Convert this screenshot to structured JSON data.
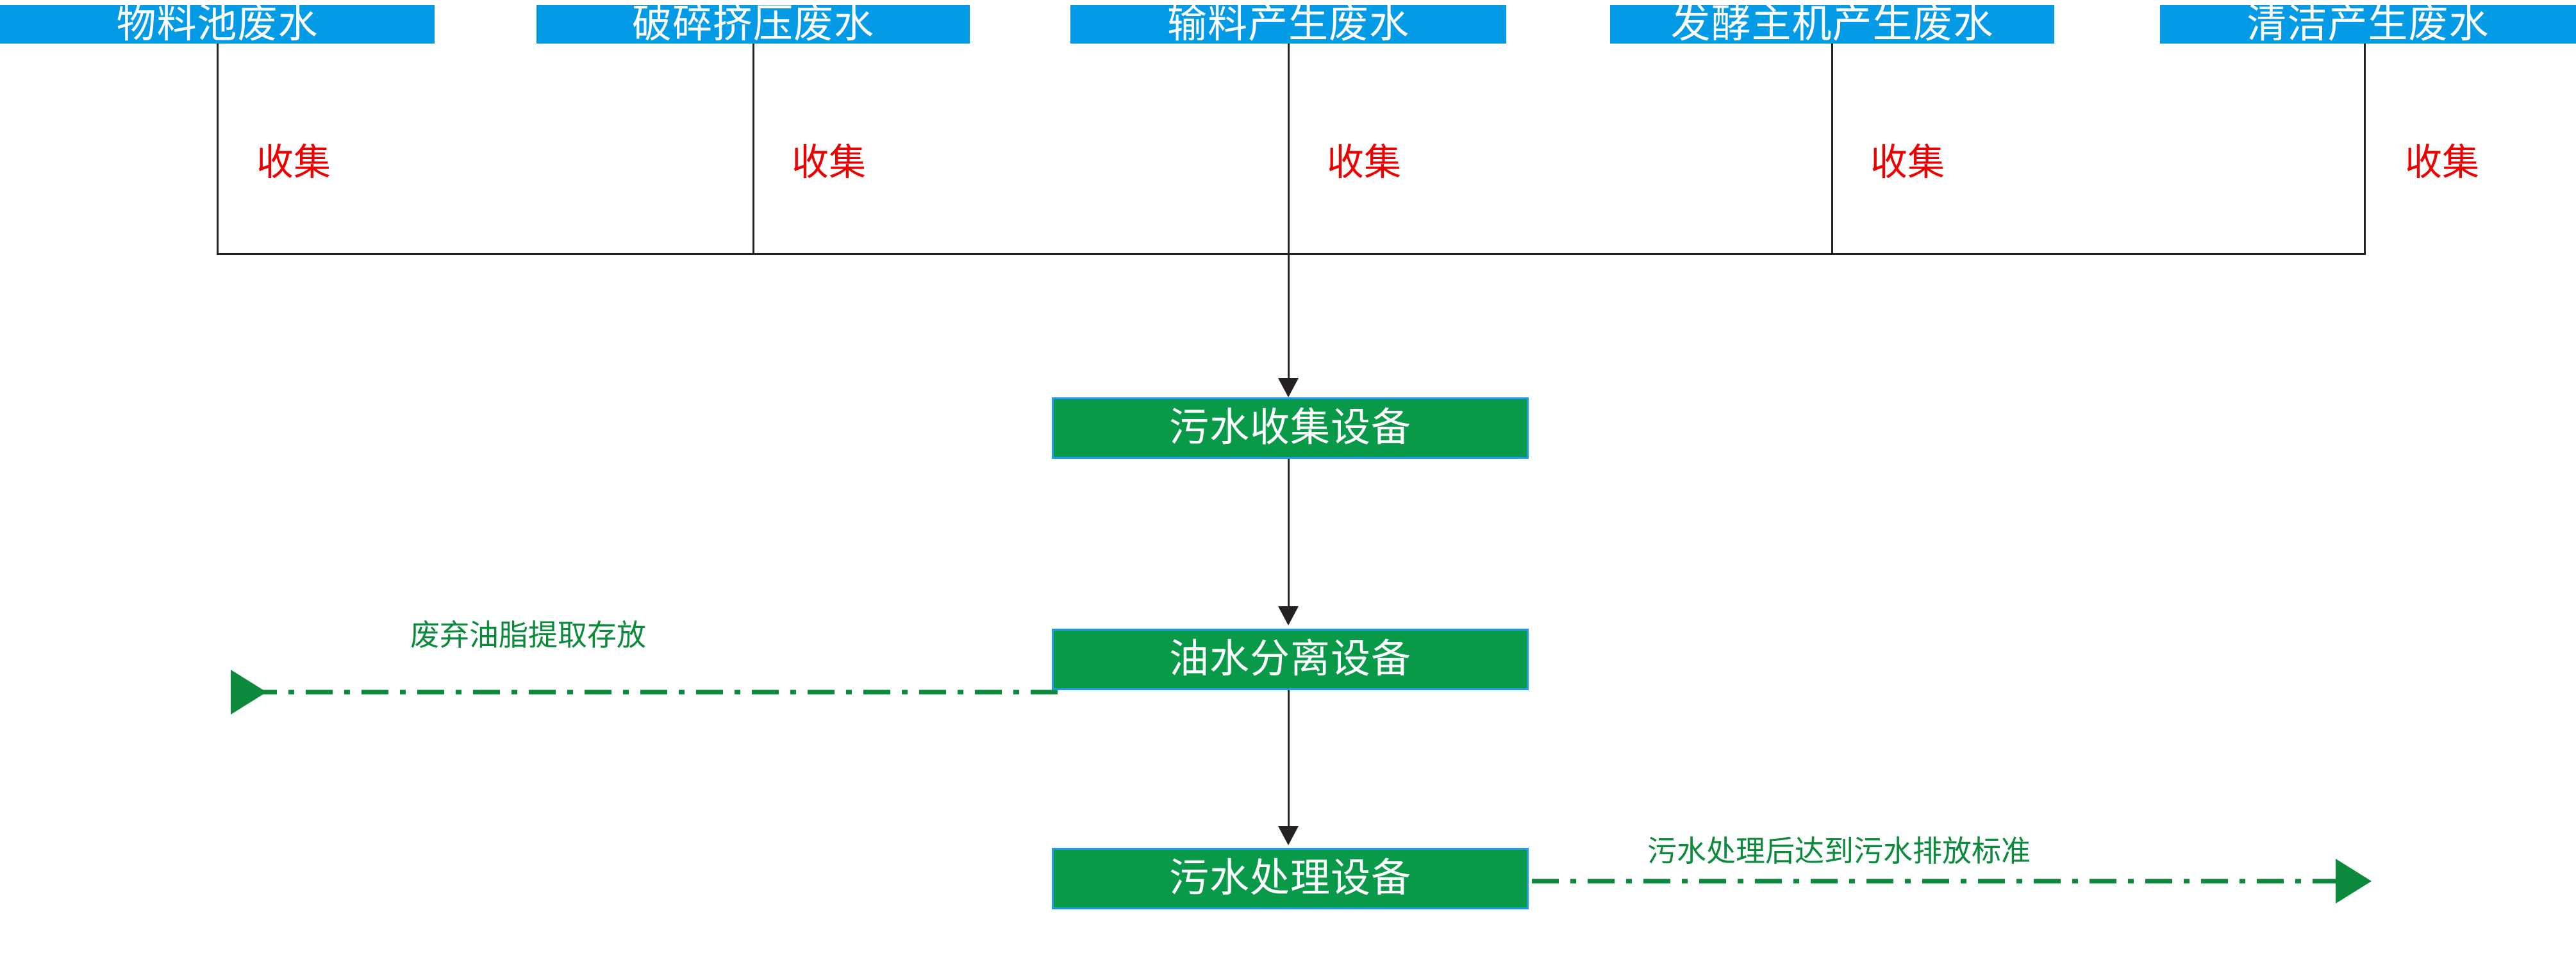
{
  "diagram": {
    "title": "污水处理流程图",
    "colors": {
      "source_box_fill": "#039BE5",
      "equipment_box_fill": "#089949",
      "equipment_box_border": "#1E9CF0",
      "collect_label": "#EE0000",
      "side_label": "#0B8A3C",
      "connector": "#262123",
      "background": "#FFFFFF"
    }
  },
  "sources": [
    {
      "label": "物料池废水"
    },
    {
      "label": "破碎挤压废水"
    },
    {
      "label": "输料产生废水"
    },
    {
      "label": "发酵主机产生废水"
    },
    {
      "label": "清洁产生废水"
    }
  ],
  "collect_labels": [
    {
      "label": "收集"
    },
    {
      "label": "收集"
    },
    {
      "label": "收集"
    },
    {
      "label": "收集"
    },
    {
      "label": "收集"
    }
  ],
  "equipment": [
    {
      "label": "污水收集设备"
    },
    {
      "label": "油水分离设备"
    },
    {
      "label": "污水处理设备"
    }
  ],
  "side_outputs": {
    "left": {
      "label": "废弃油脂提取存放",
      "direction": "left"
    },
    "right": {
      "label": "污水处理后达到污水排放标准",
      "direction": "right"
    }
  }
}
